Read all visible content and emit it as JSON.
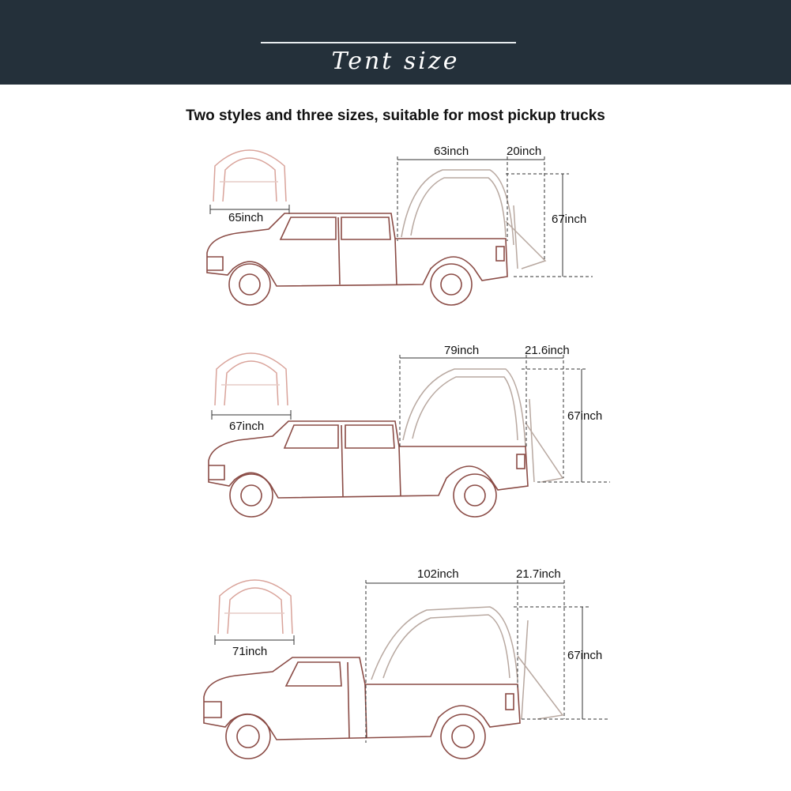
{
  "header": {
    "title": "Tent size",
    "subtitle": "Two styles and three sizes, suitable for most pickup trucks"
  },
  "colors": {
    "banner": "#24303a",
    "truck_line": "#8a4b45",
    "tent_line": "#b8a8a0",
    "dimension_line": "#333333"
  },
  "sizes": [
    {
      "tent_width": "65inch",
      "bed_length": "63inch",
      "extension": "20inch",
      "height": "67inch"
    },
    {
      "tent_width": "67inch",
      "bed_length": "79inch",
      "extension": "21.6inch",
      "height": "67inch"
    },
    {
      "tent_width": "71inch",
      "bed_length": "102inch",
      "extension": "21.7inch",
      "height": "67inch"
    }
  ]
}
